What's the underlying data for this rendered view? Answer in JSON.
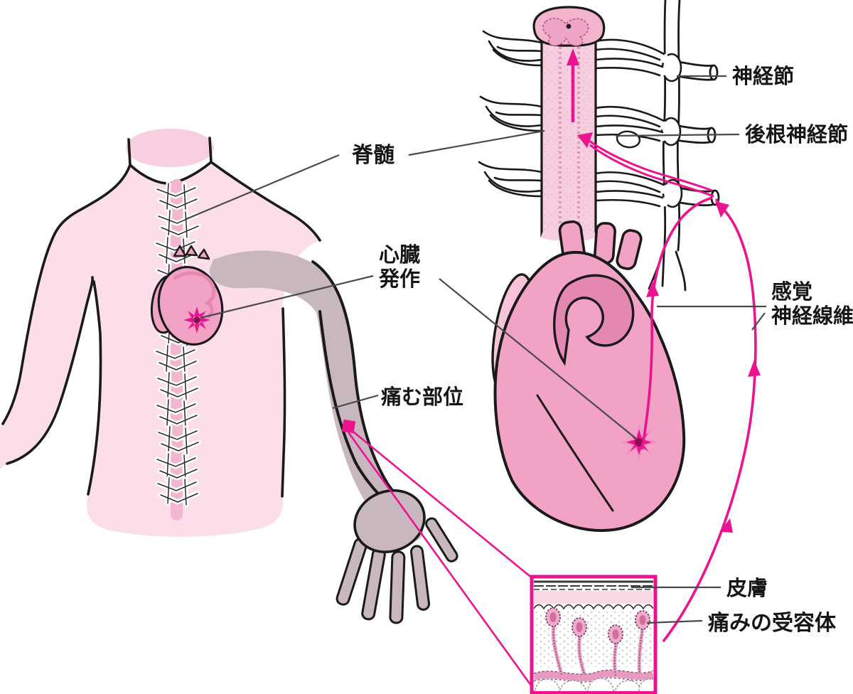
{
  "labels": {
    "spinal_cord": "脊髄",
    "heart_attack": [
      "心臓",
      "発作"
    ],
    "pain_area": "痛む部位",
    "ganglion": "神経節",
    "dorsal_root_ganglion": "後根神経節",
    "sensory_nerve_fiber": [
      "感覚",
      "神経線維"
    ],
    "skin": "皮膚",
    "pain_receptor": "痛みの受容体"
  },
  "colors": {
    "magenta": "#EC1390",
    "body_pink": "#FBDEE9",
    "head_pink": "#F7CFE0",
    "spine_pink": "#F2B6CE",
    "cord_pink": "#F6CEE0",
    "cord_section_pink": "#F4B4CE",
    "heart_pink": "#F2A3C5",
    "heart_dark": "#E488B2",
    "arm_gray": "#C9B7C0",
    "outline": "#1A1A1A",
    "leader_gray": "#4A4A4A",
    "skin_band_pink": "#F8D9E6",
    "receptor_pink": "#F0AACB",
    "nerve_band_pink": "#E79AC0"
  }
}
